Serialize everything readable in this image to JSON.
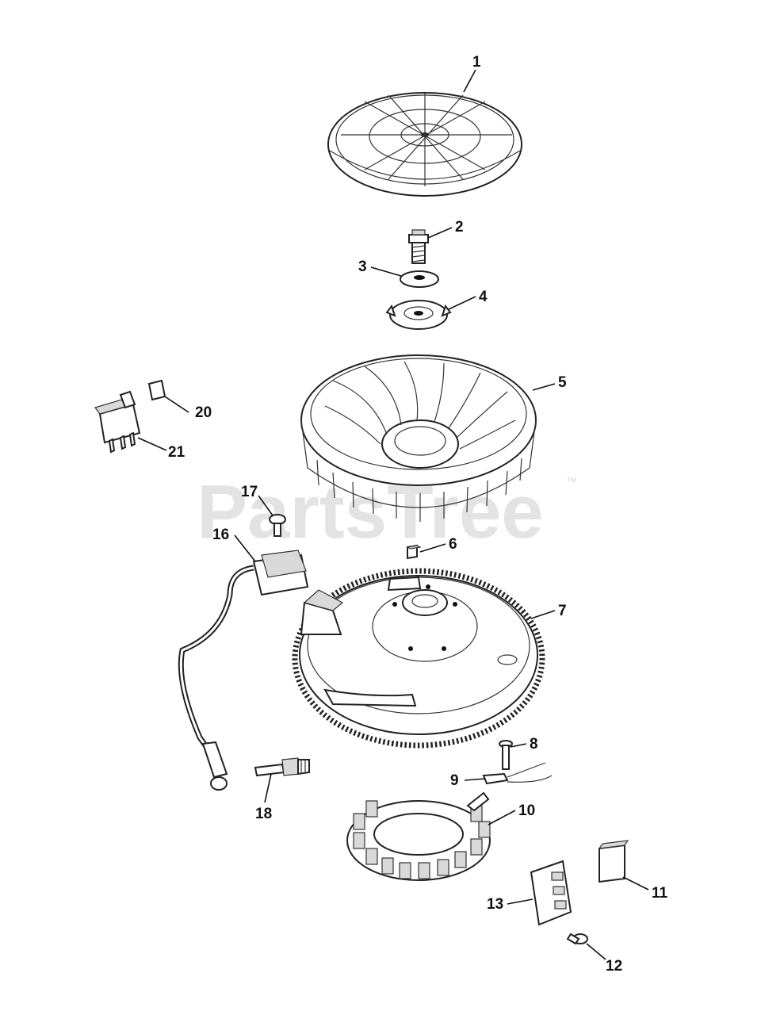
{
  "watermark": {
    "text": "PartsTree",
    "tm": "™"
  },
  "labels": {
    "p1": "1",
    "p2": "2",
    "p3": "3",
    "p4": "4",
    "p5": "5",
    "p6": "6",
    "p7": "7",
    "p8": "8",
    "p9": "9",
    "p10": "10",
    "p11": "11",
    "p12": "12",
    "p13": "13",
    "p16": "16",
    "p17": "17",
    "p18": "18",
    "p20": "20",
    "p21": "21"
  }
}
